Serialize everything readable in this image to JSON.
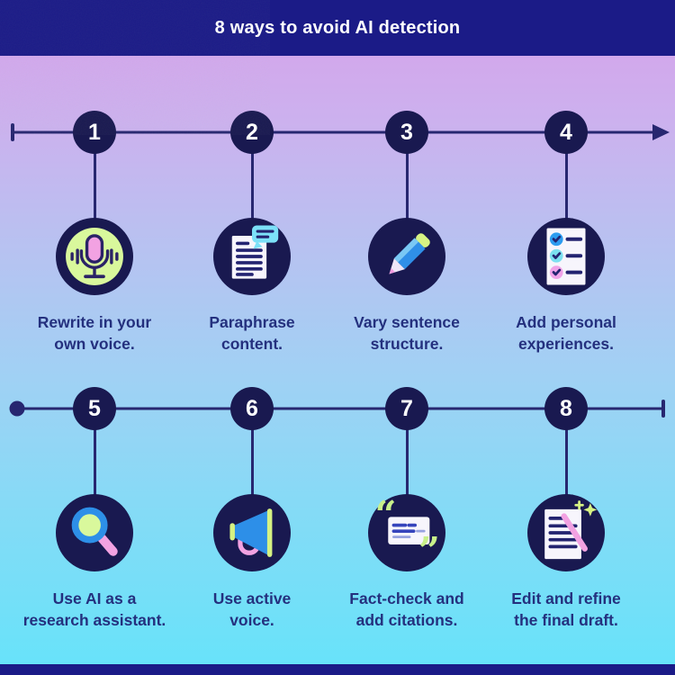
{
  "header": {
    "title": "8 ways to avoid AI detection"
  },
  "steps": [
    {
      "number": "1",
      "icon": "microphone-icon",
      "lines": [
        "Rewrite in your",
        "own voice."
      ]
    },
    {
      "number": "2",
      "icon": "document-comment-icon",
      "lines": [
        "Paraphrase",
        "content."
      ]
    },
    {
      "number": "3",
      "icon": "pencil-icon",
      "lines": [
        "Vary sentence",
        "structure."
      ]
    },
    {
      "number": "4",
      "icon": "checklist-icon",
      "lines": [
        "Add personal",
        "experiences."
      ]
    },
    {
      "number": "5",
      "icon": "magnifying-glass-icon",
      "lines": [
        "Use AI as a",
        "research assistant."
      ]
    },
    {
      "number": "6",
      "icon": "megaphone-icon",
      "lines": [
        "Use active",
        "voice."
      ]
    },
    {
      "number": "7",
      "icon": "citation-quotes-icon",
      "lines": [
        "Fact-check and",
        "add citations."
      ]
    },
    {
      "number": "8",
      "icon": "magic-wand-document-icon",
      "lines": [
        "Edit and refine",
        "the final draft."
      ]
    }
  ],
  "theme": {
    "header_navy": "#1b1b87",
    "circle_navy": "#191950",
    "line_navy": "#272770",
    "label_blue": "#24307e",
    "gradient_top": "#e2adf0",
    "gradient_bottom": "#66e3fa",
    "accent_lime": "#d6f283",
    "accent_pink": "#f2a2e2",
    "accent_blue": "#2d8fe8",
    "accent_cyan": "#7ce0f8",
    "text_white": "#ffffff"
  }
}
